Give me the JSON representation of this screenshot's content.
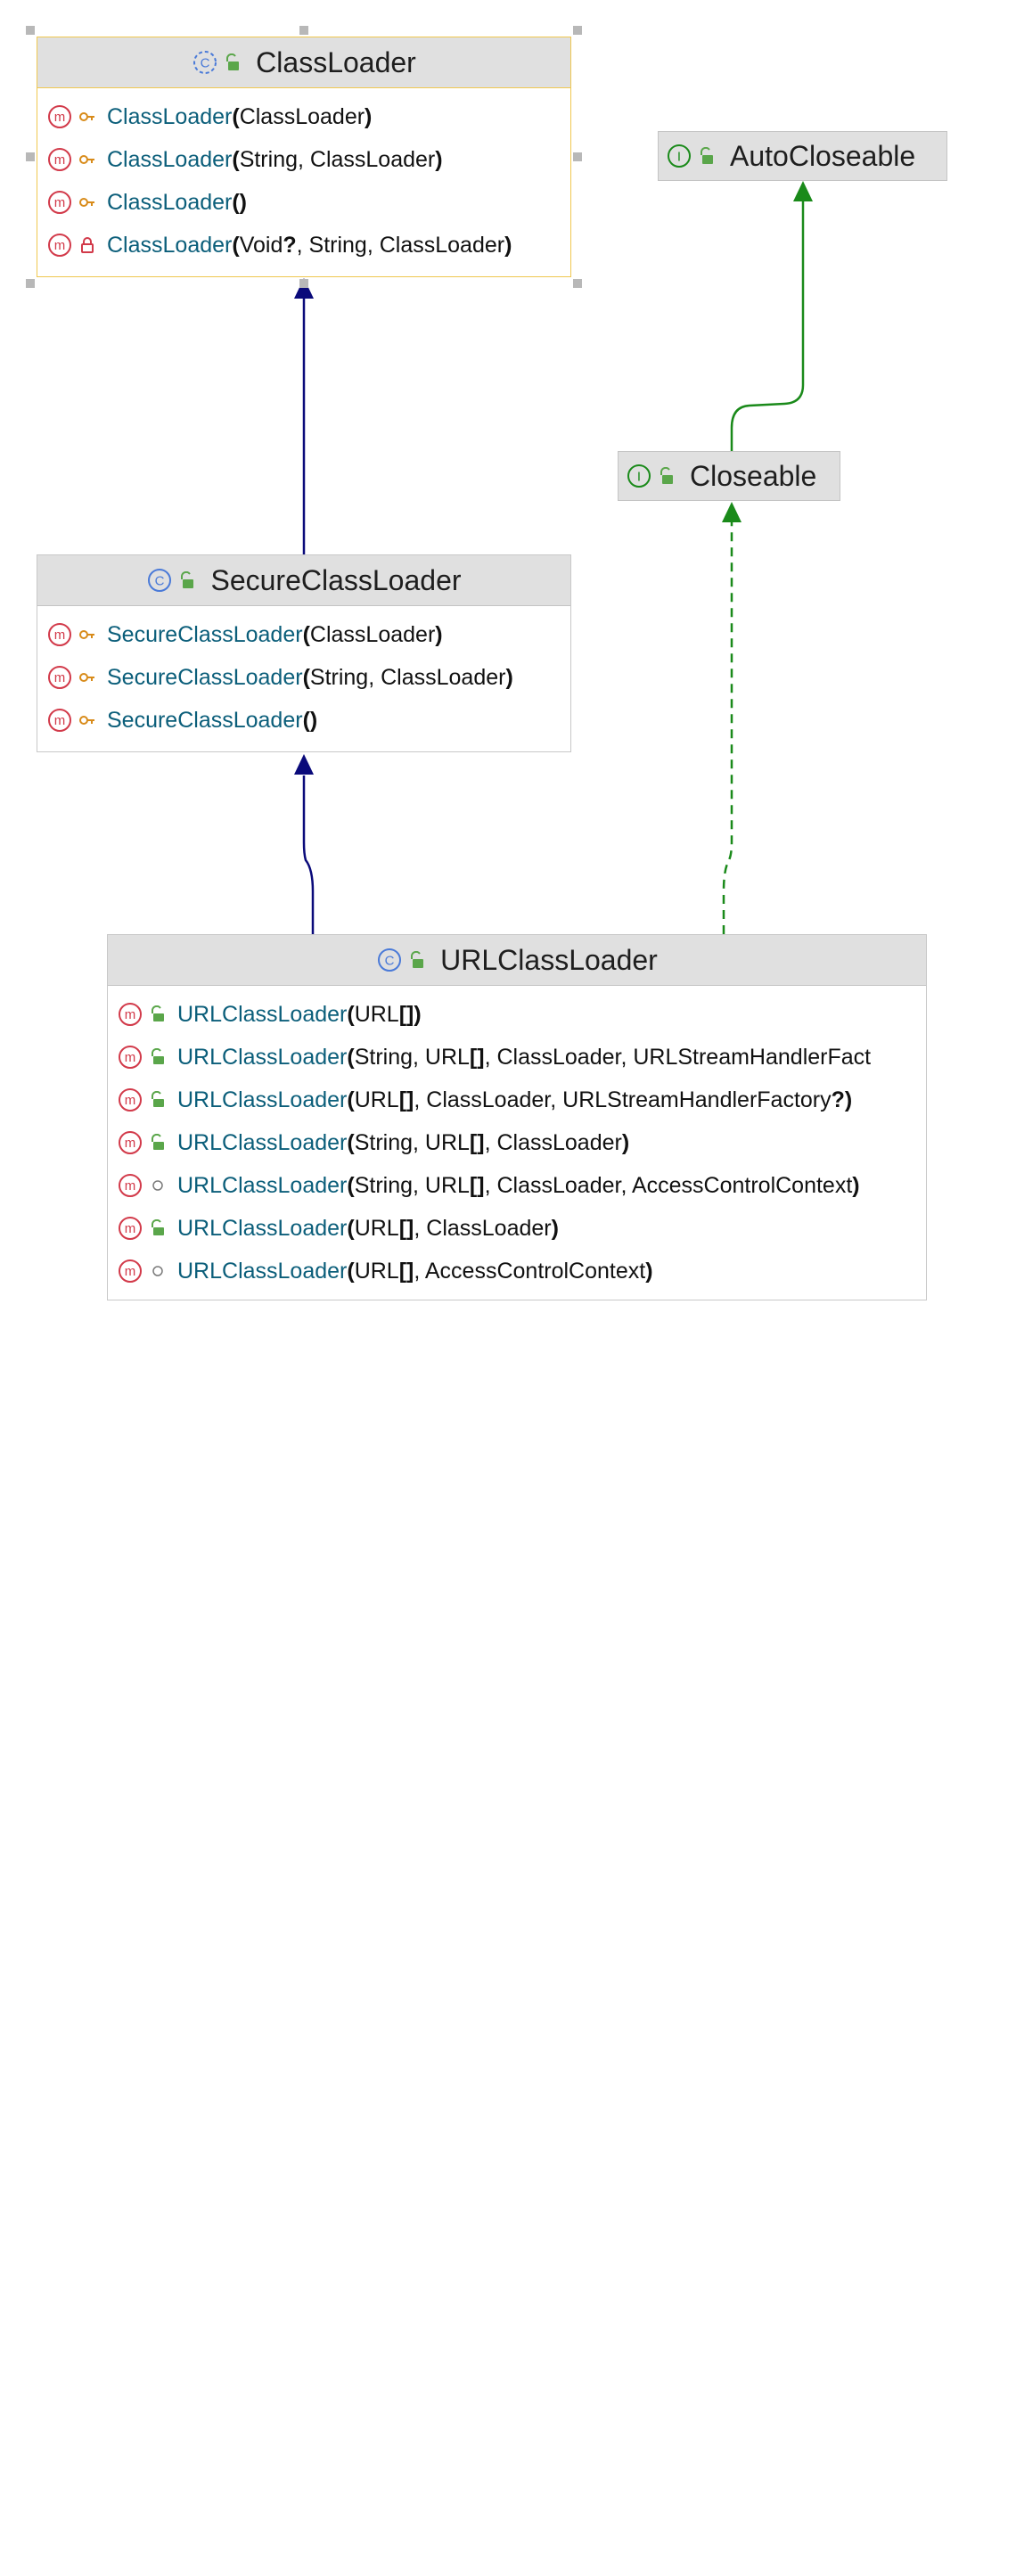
{
  "colors": {
    "extends_arrow": "#0a0a7a",
    "implements_arrow": "#1a8a1a",
    "method_icon": "#d23a4a",
    "protected_key": "#d88b1a",
    "private_lock": "#d23a4a",
    "public_lock": "#5aa64a",
    "member_name": "#0b5e7a",
    "header_bg": "#e0e0e0",
    "selection_border": "#f0c850"
  },
  "nodes": {
    "classloader": {
      "title": "ClassLoader",
      "kind_icon": "class-icon",
      "members": [
        {
          "name": "ClassLoader",
          "params": [
            "(",
            "ClassLoader",
            ")"
          ],
          "visibility": "protected"
        },
        {
          "name": "ClassLoader",
          "params": [
            "(",
            "String, ClassLoader",
            ")"
          ],
          "visibility": "protected"
        },
        {
          "name": "ClassLoader",
          "params": [
            "()"
          ],
          "visibility": "protected"
        },
        {
          "name": "ClassLoader",
          "params": [
            "(",
            "Void",
            "?",
            ", String, ClassLoader",
            ")"
          ],
          "visibility": "private"
        }
      ]
    },
    "autocloseable": {
      "title": "AutoCloseable",
      "kind_icon": "interface-icon"
    },
    "closeable": {
      "title": "Closeable",
      "kind_icon": "interface-icon"
    },
    "secureclassloader": {
      "title": "SecureClassLoader",
      "kind_icon": "class-icon",
      "members": [
        {
          "name": "SecureClassLoader",
          "params": [
            "(",
            "ClassLoader",
            ")"
          ],
          "visibility": "protected"
        },
        {
          "name": "SecureClassLoader",
          "params": [
            "(",
            "String, ClassLoader",
            ")"
          ],
          "visibility": "protected"
        },
        {
          "name": "SecureClassLoader",
          "params": [
            "()"
          ],
          "visibility": "protected"
        }
      ]
    },
    "urlclassloader": {
      "title": "URLClassLoader",
      "kind_icon": "class-icon",
      "members": [
        {
          "name": "URLClassLoader",
          "params": [
            "(",
            "URL",
            "[])"
          ],
          "visibility": "public"
        },
        {
          "name": "URLClassLoader",
          "params": [
            "(",
            "String, URL",
            "[]",
            ", ClassLoader, URLStreamHandlerFact"
          ],
          "visibility": "public"
        },
        {
          "name": "URLClassLoader",
          "params": [
            "(",
            "URL",
            "[]",
            ", ClassLoader, URLStreamHandlerFactory",
            "?)"
          ],
          "visibility": "public"
        },
        {
          "name": "URLClassLoader",
          "params": [
            "(",
            "String, URL",
            "[]",
            ", ClassLoader",
            ")"
          ],
          "visibility": "public"
        },
        {
          "name": "URLClassLoader",
          "params": [
            "(",
            "String, URL",
            "[]",
            ", ClassLoader, AccessControlContext",
            ")"
          ],
          "visibility": "package"
        },
        {
          "name": "URLClassLoader",
          "params": [
            "(",
            "URL",
            "[]",
            ", ClassLoader",
            ")"
          ],
          "visibility": "public"
        },
        {
          "name": "URLClassLoader",
          "params": [
            "(",
            "URL",
            "[]",
            ", AccessControlContext",
            ")"
          ],
          "visibility": "package"
        }
      ]
    }
  }
}
